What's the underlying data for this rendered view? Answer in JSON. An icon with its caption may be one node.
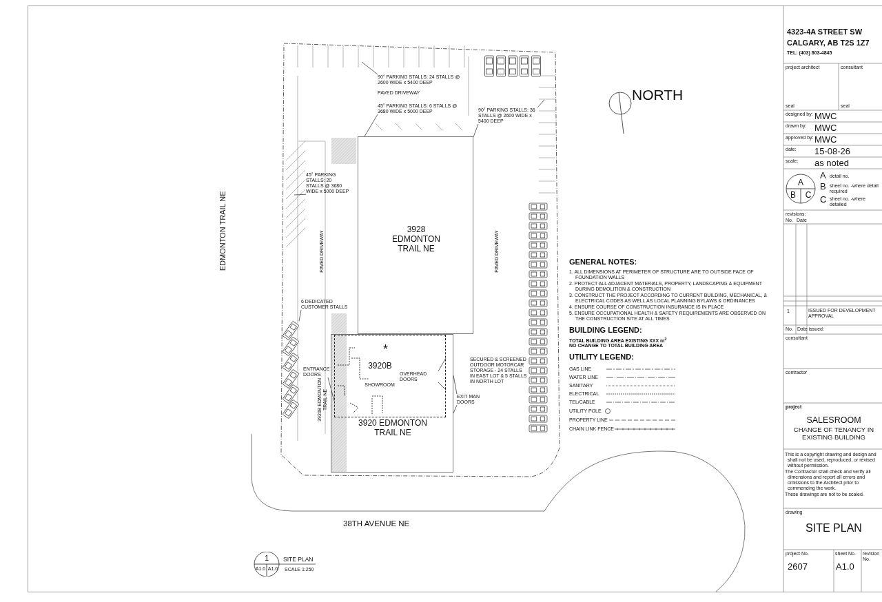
{
  "diagram": {
    "nodes": [
      {
        "text": [
          "90° PARKING STALLS: 24 STALLS @ 2600 WIDE x 5400 DEEP"
        ]
      },
      {
        "text": [
          "45° PARKING STALLS: 6 STALLS @ 3680 WIDE x 5000 DEEP"
        ]
      },
      {
        "text": [
          "90° PARKING STALLS: 36 STALLS @ 2600 WIDE x 5400 DEEP"
        ]
      },
      {
        "text": [
          "45° PARKING STALLS: 20 STALLS @ 3680 WIDE x 5000 DEEP"
        ]
      },
      {
        "text": [
          "6 DEDICATED CUSTOMER STALLS"
        ]
      },
      {
        "text": [
          "ENTRANCE DOORS"
        ]
      },
      {
        "text": [
          "OVERHEAD DOORS"
        ],
        "in": 10
      },
      {
        "text": [
          "EXIT MAN DOORS"
        ]
      },
      {
        "text": [
          "3928 EDMONTON TRAIL NE"
        ]
      },
      {
        "text": [
          "3920 EDMONTON TRAIL NE"
        ]
      },
      {
        "text": [
          "3920B",
          "SHOWROOM"
        ],
        "in": 9
      },
      {
        "text": [
          "1",
          "A1.0",
          "A1.0"
        ],
        "beside": [
          "SITE PLAN",
          "SCALE 1:250"
        ]
      },
      {
        "text": [
          "A",
          "B",
          "C"
        ]
      },
      {
        "text": [],
        "shape": "picture"
      }
    ],
    "edges": [
      {
        "from": 0,
        "to": null,
        "arrow": "none"
      },
      {
        "from": 1,
        "to": 8,
        "arrow": "none"
      },
      {
        "from": 2,
        "to": null,
        "arrow": "none"
      },
      {
        "from": 2,
        "to": 8,
        "arrow": "none"
      },
      {
        "from": 3,
        "to": null,
        "arrow": "none"
      },
      {
        "from": 4,
        "to": 13,
        "arrow": "none"
      },
      {
        "from": 5,
        "to": 10,
        "arrow": "none"
      },
      {
        "from": 6,
        "to": 10,
        "arrow": "none"
      },
      {
        "from": 6,
        "to": 10,
        "arrow": "none"
      },
      {
        "from": 7,
        "to": 9,
        "arrow": "none"
      },
      {
        "from": 7,
        "to": 9,
        "arrow": "none"
      }
    ],
    "labels": [
      "PAVED DRIVEWAY",
      "PAVED DRIVEWAY",
      "PAVED DRIVEWAY",
      "EDMONTON TRAIL NE",
      "38TH AVENUE NE",
      "3920B EDMONTON TRAIL NE",
      "SECURED & SCREENED OUTDOOR MOTORCAR STORAGE - 24 STALLS IN EAST LOT & 5 STALLS IN NORTH LOT",
      "*",
      "NORTH",
      "GENERAL NOTES:",
      "1. ALL DIMENSIONS AT PERIMETER OF STRUCTURE ARE TO OUTSIDE FACE OF FOUNDATION WALLS",
      "2. PROTECT ALL ADJACENT MATERIALS, PROPERTY, LANDSCAPING & EQUIPMENT DURING DEMOLITION & CONSTRUCTION",
      "3. CONSTRUCT THE PROJECT ACCORDING TO CURRENT BUILDING, MECHANICAL, & ELECTRICAL CODES AS WELL AS LOCAL PLANNING BYLAWS & ORDINANCES",
      "4. ENSURE COURSE OF CONSTRUCTION INSURANCE IS IN PLACE",
      "5. ENSURE OCCUPATIONAL HEALTH & SAFETY REQUIREMENTS ARE OBSERVED ON THE CONSTRUCTION SITE AT ALL TIMES",
      "BUILDING LEGEND:",
      "TOTAL BUILDING AREA EXISTING XXX m$^{2}$",
      "NO CHANGE TO TOTAL BUILDING AREA",
      "UTILITY LEGEND:",
      "4323-4A STREET SW",
      "CALGARY, AB  T2S 1Z7",
      "TEL: (403) 803-4845",
      "project architect",
      "consultant",
      "seal",
      "seal",
      "designed by:",
      "MWC",
      "drawn by:",
      "MWC",
      "approved by:",
      "MWC",
      "date:",
      "15-08-26",
      "scale:",
      "as noted",
      "A",
      "detail no.",
      "B",
      "sheet no. -where detail required",
      "C",
      "sheet no. -where detailed",
      "revisions:",
      "No.",
      "Date",
      "1",
      "ISSUED FOR DEVELOPMENT APPROVAL",
      "No.",
      "Date issued:",
      "consultant",
      "contractor",
      "project",
      "SALESROOM",
      "CHANGE OF TENANCY IN EXISTING BUILDING",
      "This is a copyright drawing and design and shall not be used, reproduced, or revised without permission.",
      "The Contractor shall check and verify all dimensions and report all errors and omissions to the Architect prior to commencing the work.",
      "These drawings are not to be scaled.",
      "drawing",
      "SITE PLAN",
      "project No.",
      "2607",
      "sheet No.",
      "A1.0",
      "revision No."
    ],
    "legend": [
      {
        "text": "GAS LINE"
      },
      {
        "text": "WATER LINE"
      },
      {
        "text": "SANITARY"
      },
      {
        "text": "ELECTRICAL"
      },
      {
        "text": "TEL/CABLE"
      },
      {
        "text": "UTILITY POLE"
      },
      {
        "text": "PROPERTY LINE"
      },
      {
        "text": "CHAIN LINK FENCE"
      }
    ]
  }
}
